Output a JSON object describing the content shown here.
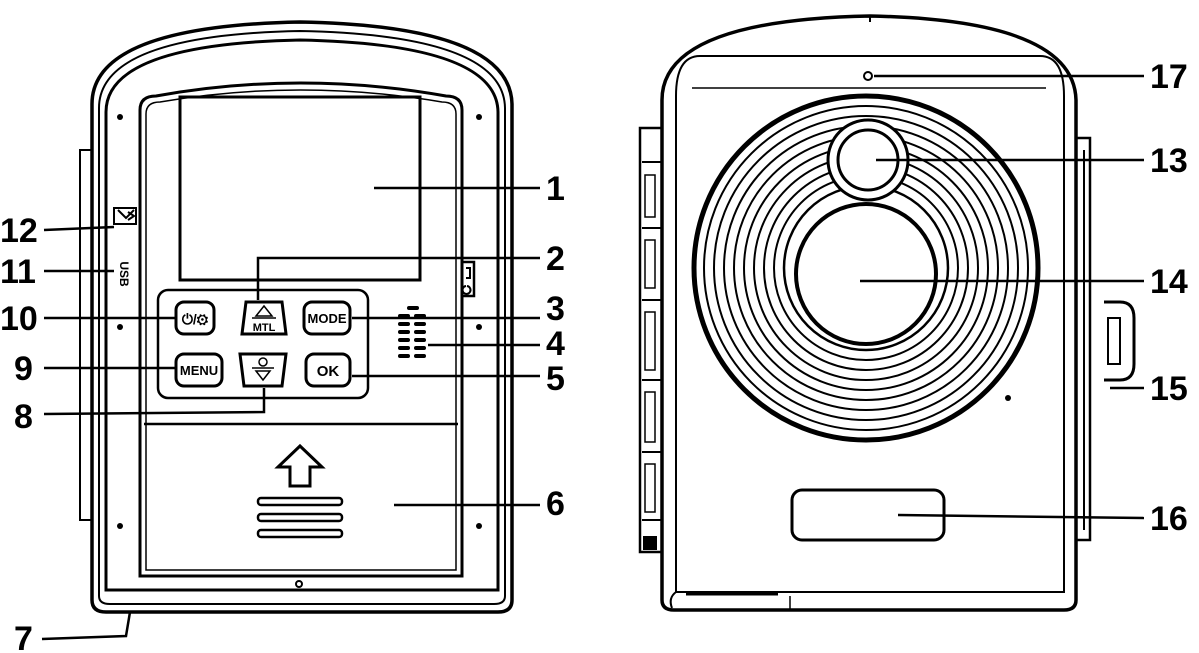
{
  "diagram": {
    "front_view": {
      "buttons": {
        "power_label": "⏻/⚙",
        "mtl_label": "MTL",
        "mode_label": "MODE",
        "menu_label": "MENU",
        "ok_label": "OK"
      },
      "side_label": "USB"
    },
    "callouts": [
      {
        "number": "1"
      },
      {
        "number": "2"
      },
      {
        "number": "3"
      },
      {
        "number": "4"
      },
      {
        "number": "5"
      },
      {
        "number": "6"
      },
      {
        "number": "7"
      },
      {
        "number": "8"
      },
      {
        "number": "9"
      },
      {
        "number": "10"
      },
      {
        "number": "11"
      },
      {
        "number": "12"
      },
      {
        "number": "13"
      },
      {
        "number": "14"
      },
      {
        "number": "15"
      },
      {
        "number": "16"
      },
      {
        "number": "17"
      }
    ]
  }
}
